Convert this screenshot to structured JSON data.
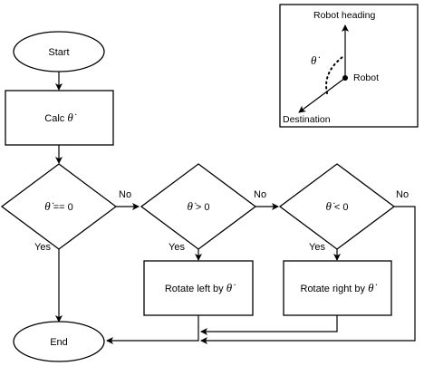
{
  "flowchart": {
    "start": "Start",
    "end": "End",
    "calc": {
      "prefix": "Calc ",
      "symbol": "θ̇"
    },
    "decisions": [
      {
        "symbol": "θ̇",
        "condition": " == 0"
      },
      {
        "symbol": "θ̇",
        "condition": " > 0"
      },
      {
        "symbol": "θ̇",
        "condition": " < 0"
      }
    ],
    "edge_labels": {
      "yes": "Yes",
      "no": "No"
    },
    "rotate_left": {
      "text": "Rotate left by ",
      "symbol": "θ̇"
    },
    "rotate_right": {
      "text": "Rotate right by ",
      "symbol": "θ̇"
    }
  },
  "inset": {
    "robot_heading": "Robot heading",
    "robot": "Robot",
    "destination": "Destination",
    "angle_symbol": "θ̇"
  },
  "colors": {
    "stroke": "#000000",
    "background": "#ffffff"
  }
}
